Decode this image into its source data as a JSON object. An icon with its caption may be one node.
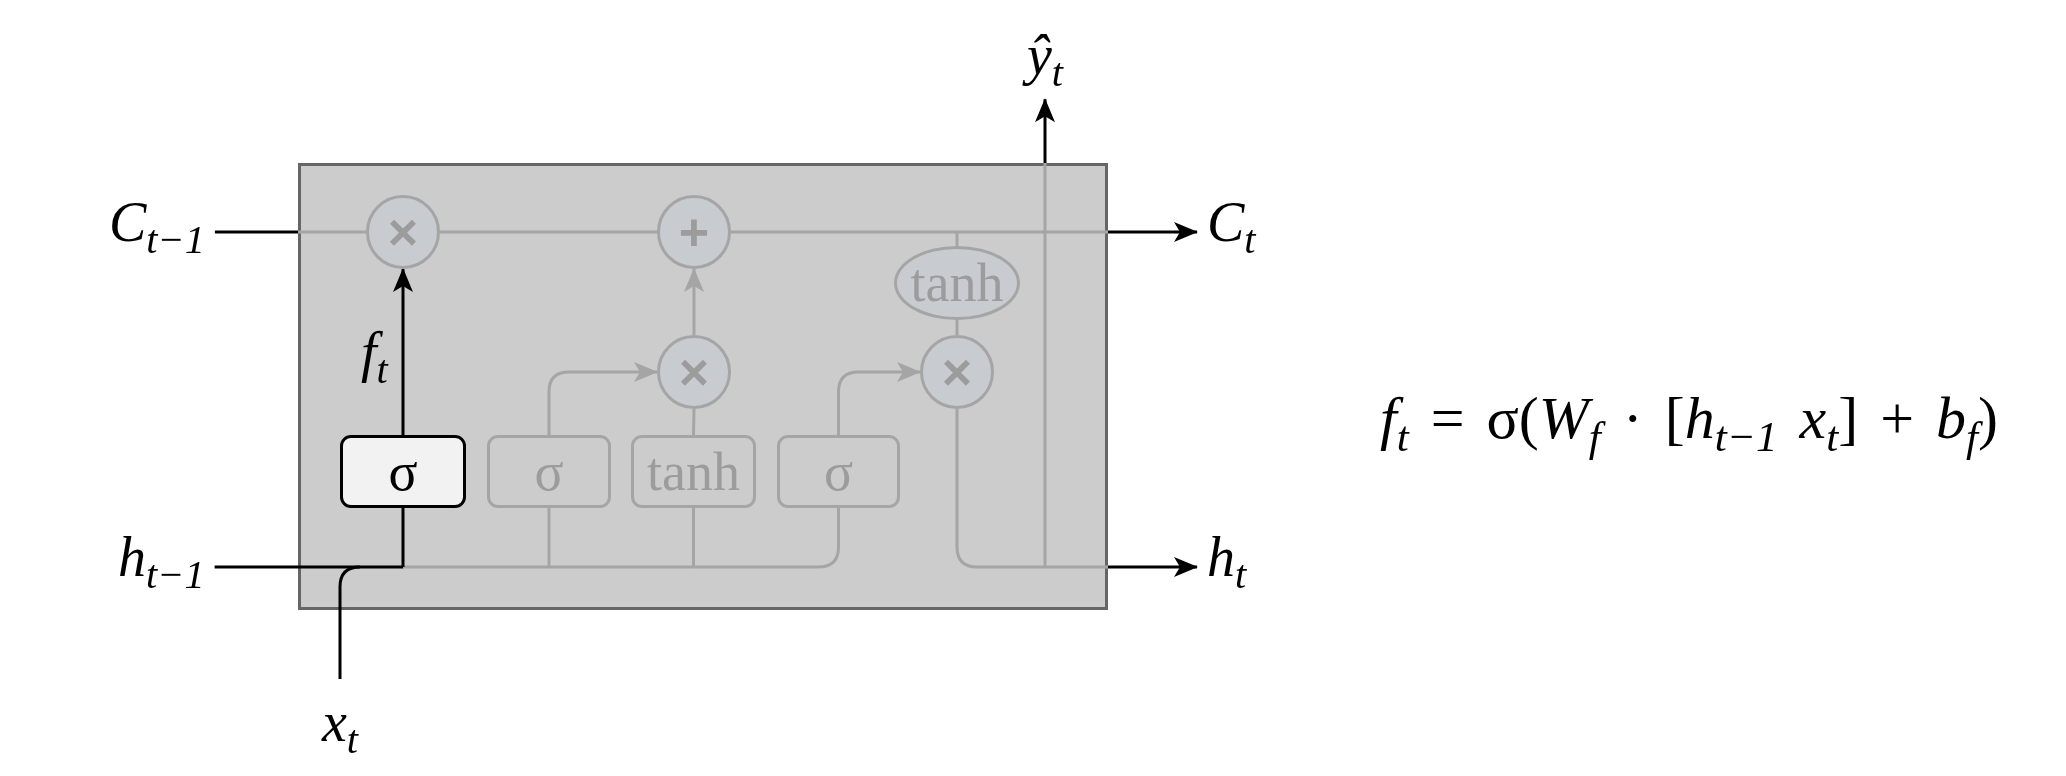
{
  "diagram": {
    "nodes": [
      {
        "text": [
          "ŷ$_{t}$"
        ]
      },
      {
        "text": [
          "C$_{t−1}$"
        ]
      },
      {
        "text": [],
        "shape": "box"
      },
      {
        "text": [
          "×"
        ],
        "in": 2
      },
      {
        "text": [
          "+"
        ],
        "in": 2
      },
      {
        "text": [
          "C$_{t}$"
        ]
      },
      {
        "text": [
          "tanh"
        ],
        "in": 2
      },
      {
        "text": [
          "×"
        ],
        "in": 2
      },
      {
        "text": [
          "×"
        ],
        "in": 2
      },
      {
        "text": [
          "σ"
        ],
        "in": 2
      },
      {
        "text": [
          "σ"
        ],
        "in": 2
      },
      {
        "text": [
          "tanh"
        ],
        "in": 2
      },
      {
        "text": [
          "σ"
        ],
        "in": 2
      },
      {
        "text": [
          "h$_{t−1}$"
        ]
      },
      {
        "text": [
          "h$_{t}$"
        ]
      },
      {
        "text": [
          "x$_{t}$"
        ]
      }
    ],
    "edges": [
      {
        "from": 1,
        "to": 3,
        "arrow": "none"
      },
      {
        "from": 3,
        "to": 4,
        "arrow": "none"
      },
      {
        "from": 4,
        "to": 5,
        "arrow": "to"
      },
      {
        "from": 4,
        "to": 6,
        "arrow": "none"
      },
      {
        "from": 6,
        "to": 8,
        "arrow": "none"
      },
      {
        "from": 9,
        "to": 3,
        "arrow": "to",
        "label": "f$_{t}$",
        "color": "#000000"
      },
      {
        "from": 10,
        "to": 7,
        "arrow": "to"
      },
      {
        "from": 11,
        "to": 7,
        "arrow": "none"
      },
      {
        "from": 7,
        "to": 4,
        "arrow": "to"
      },
      {
        "from": 12,
        "to": 8,
        "arrow": "to"
      },
      {
        "from": 8,
        "to": 14,
        "arrow": "to"
      },
      {
        "from": 8,
        "to": 0,
        "arrow": "to"
      },
      {
        "from": 13,
        "to": 9,
        "arrow": "none",
        "color": "#000000"
      },
      {
        "from": 13,
        "to": 10,
        "arrow": "none"
      },
      {
        "from": 13,
        "to": 11,
        "arrow": "none"
      },
      {
        "from": 13,
        "to": 12,
        "arrow": "none"
      },
      {
        "from": 15,
        "to": 9,
        "arrow": "none",
        "color": "#000000"
      },
      {
        "from": 15,
        "to": 10,
        "arrow": "none"
      },
      {
        "from": 15,
        "to": 11,
        "arrow": "none"
      },
      {
        "from": 15,
        "to": 12,
        "arrow": "none"
      }
    ],
    "labels": [
      "*f*$_{t}$ = σ(*W*$_{f}$ ·  [*h*$_{t−1}$ *x*$_{t}$] + *b*$_{f}$)"
    ]
  }
}
